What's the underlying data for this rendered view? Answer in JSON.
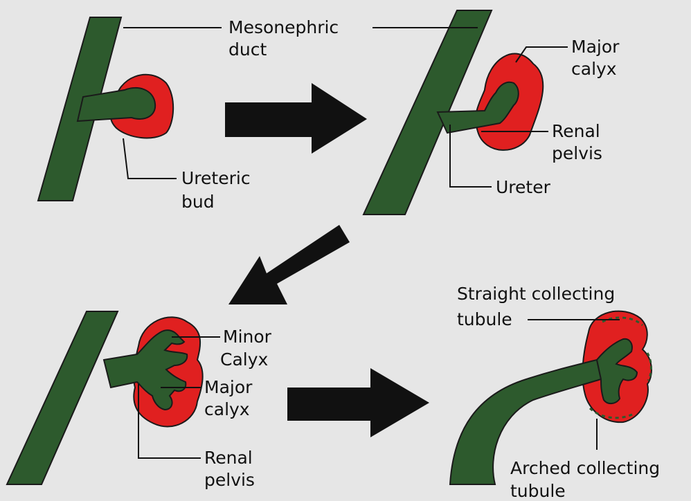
{
  "colors": {
    "duct": "#2d5a2d",
    "tissue": "#e02020",
    "arrow": "#111111",
    "background": "#e6e6e6"
  },
  "labels": {
    "mesonephric_line1": "Mesonephric",
    "mesonephric_line2": "duct",
    "ureteric_line1": "Ureteric",
    "ureteric_line2": "bud",
    "major_calyx_s2_line1": "Major",
    "major_calyx_s2_line2": "calyx",
    "renal_pelvis_s2_line1": "Renal",
    "renal_pelvis_s2_line2": "pelvis",
    "ureter": "Ureter",
    "minor_calyx_line1": "Minor",
    "minor_calyx_line2": "Calyx",
    "major_calyx_s3_line1": "Major",
    "major_calyx_s3_line2": "calyx",
    "renal_pelvis_s3_line1": "Renal",
    "renal_pelvis_s3_line2": "pelvis",
    "straight_line1": "Straight collecting",
    "straight_line2": "tubule",
    "arched_line1": "Arched collecting",
    "arched_line2": "tubule"
  }
}
